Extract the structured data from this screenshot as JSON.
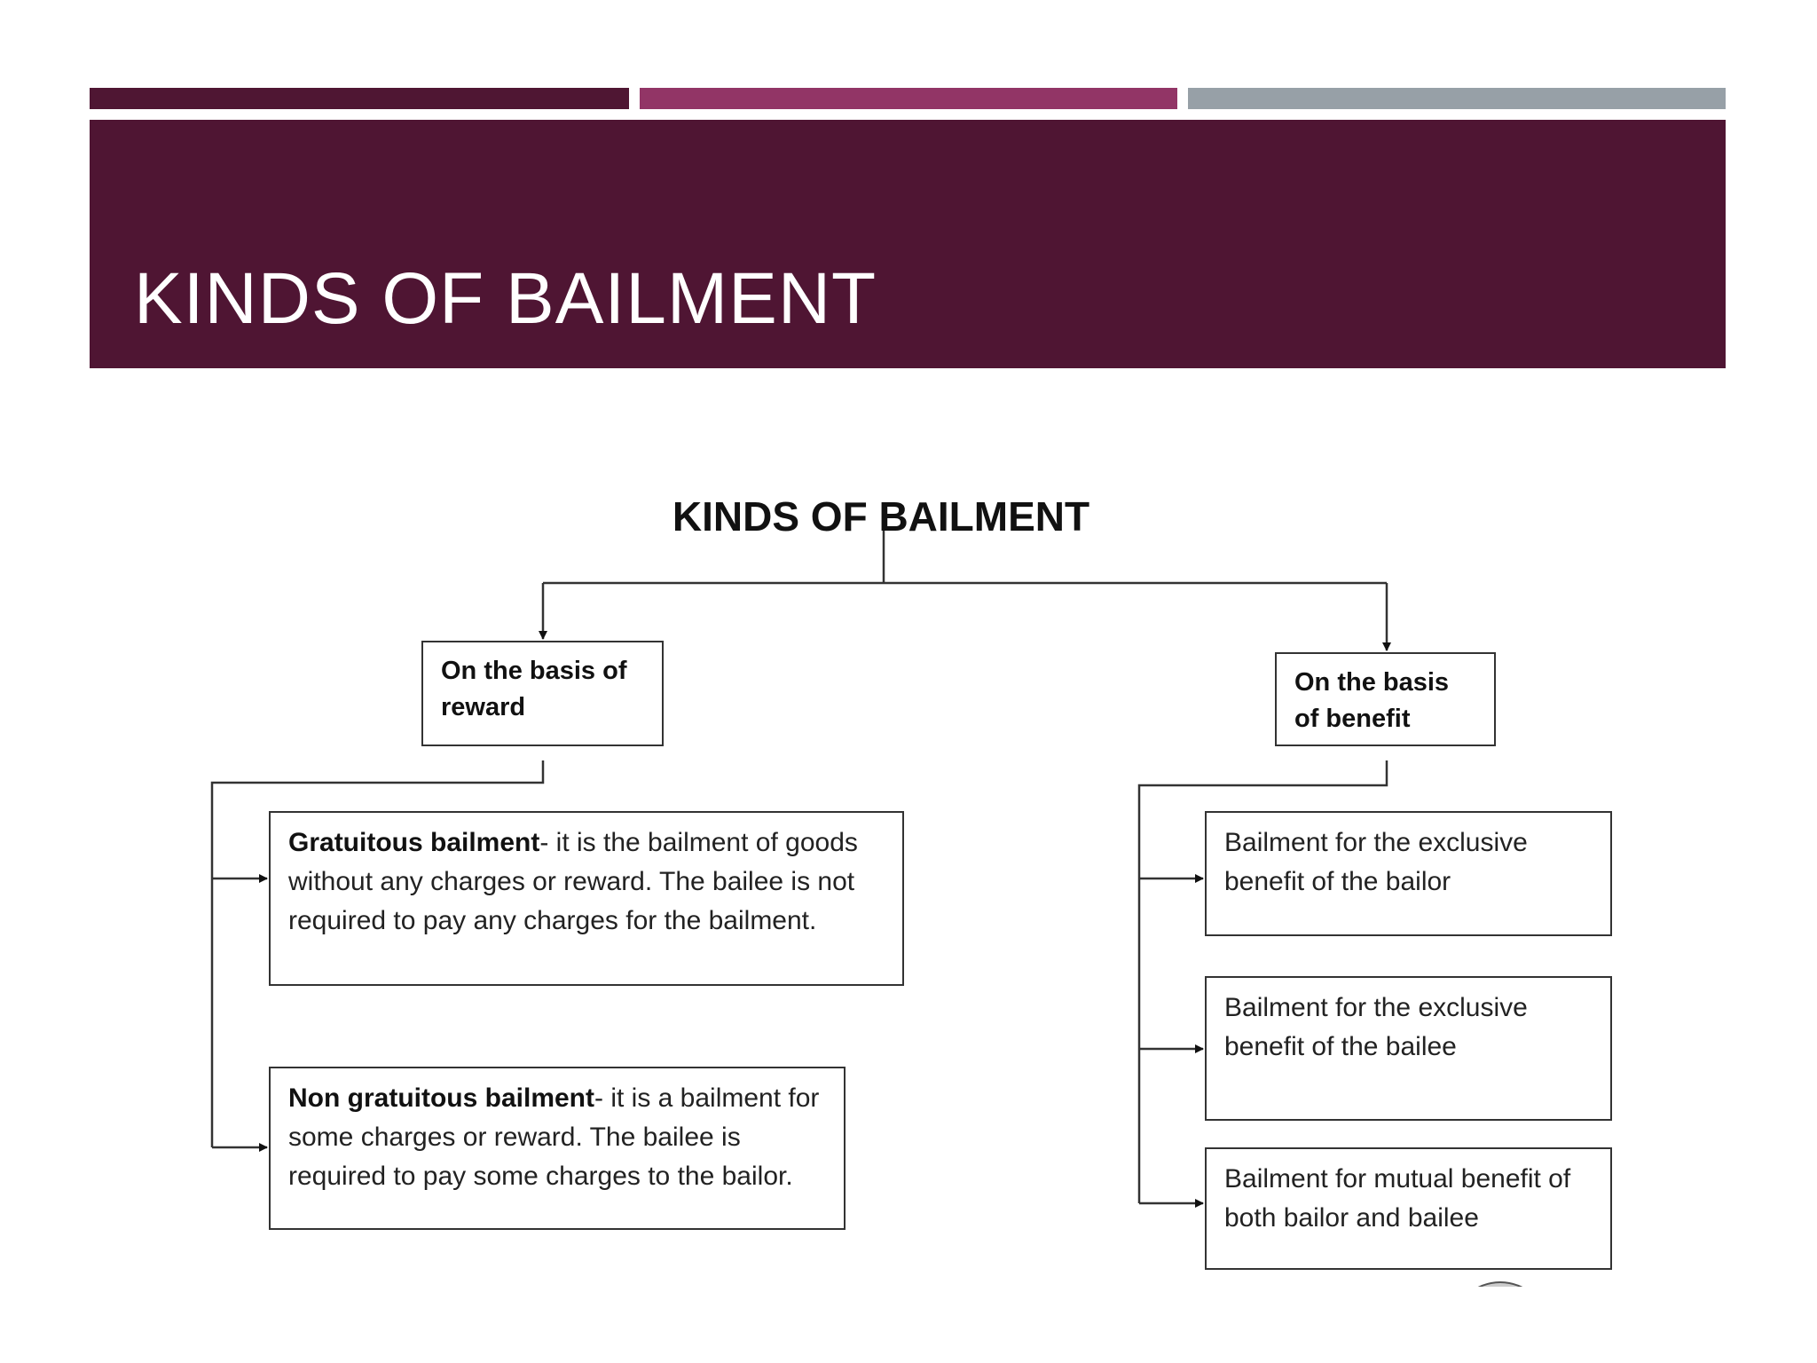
{
  "slide": {
    "title": "KINDS OF BAILMENT",
    "colors": {
      "header": "#4f1533",
      "bar1": "#4f1633",
      "bar2": "#923566",
      "bar3": "#97a0a7"
    }
  },
  "diagram": {
    "title": "KINDS OF BAILMENT",
    "reward": {
      "label": "On the basis of reward",
      "children": [
        {
          "term": "Gratuitous bailment",
          "text": "- it is the bailment of goods without any charges or reward. The bailee is not required to pay any charges for the bailment."
        },
        {
          "term": "Non gratuitous bailment",
          "text": "- it is a bailment for some charges or reward. The bailee is required to pay some charges to the bailor."
        }
      ]
    },
    "benefit": {
      "label": "On the basis of benefit",
      "children": [
        {
          "text": "Bailment for the exclusive benefit of the bailor"
        },
        {
          "text": "Bailment for the exclusive benefit of the bailee"
        },
        {
          "text": "Bailment for mutual benefit of both bailor and bailee"
        }
      ]
    }
  }
}
